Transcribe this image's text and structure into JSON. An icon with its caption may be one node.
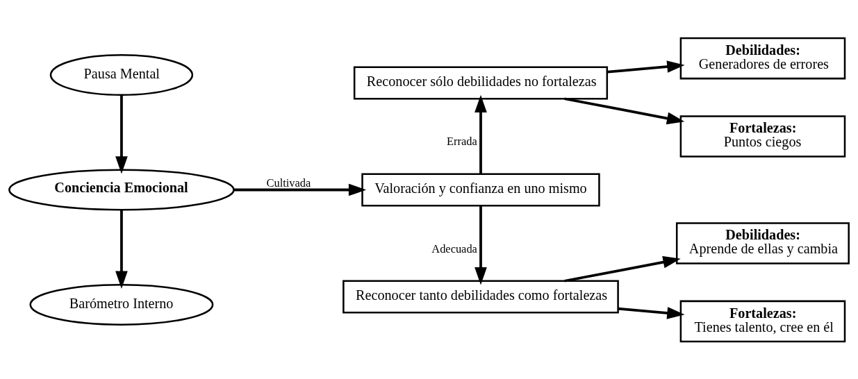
{
  "diagram": {
    "nodes": [
      {
        "text": [
          "Pausa Mental"
        ]
      },
      {
        "text": [
          "Conciencia Emocional"
        ]
      },
      {
        "text": [
          "Barómetro Interno"
        ]
      },
      {
        "text": [
          "Valoración y confianza en uno mismo"
        ]
      },
      {
        "text": [
          "Reconocer sólo debilidades no fortalezas"
        ]
      },
      {
        "text": [
          "Debilidades:",
          "Generadores de errores"
        ]
      },
      {
        "text": [
          "Fortalezas:",
          "Puntos ciegos"
        ]
      },
      {
        "text": [
          "Reconocer tanto debilidades como fortalezas"
        ]
      },
      {
        "text": [
          "Debilidades:",
          "Aprende de ellas y cambia"
        ]
      },
      {
        "text": [
          "Fortalezas:",
          "Tienes talento, cree en él"
        ]
      }
    ],
    "edges": [
      {
        "from": 0,
        "to": 1,
        "arrow": "to"
      },
      {
        "from": 1,
        "to": 2,
        "arrow": "to"
      },
      {
        "from": 1,
        "to": 3,
        "arrow": "to",
        "label": "Cultivada"
      },
      {
        "from": 3,
        "to": 4,
        "arrow": "to",
        "label": "Errada"
      },
      {
        "from": 3,
        "to": 7,
        "arrow": "to",
        "label": "Adecuada"
      },
      {
        "from": 4,
        "to": 5,
        "arrow": "to"
      },
      {
        "from": 4,
        "to": 6,
        "arrow": "to"
      },
      {
        "from": 7,
        "to": 8,
        "arrow": "to"
      },
      {
        "from": 7,
        "to": 9,
        "arrow": "to"
      }
    ]
  }
}
